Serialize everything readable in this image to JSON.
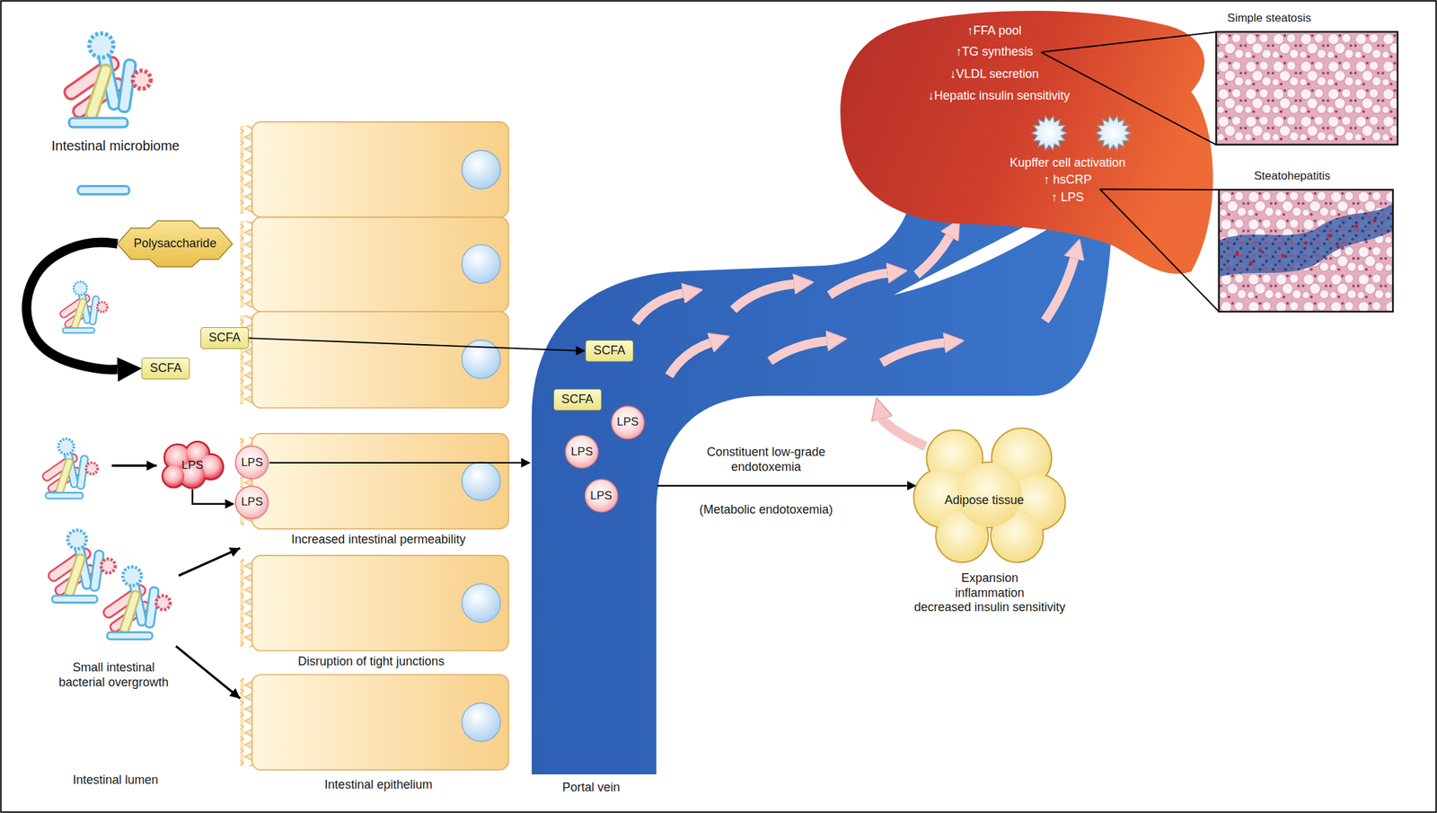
{
  "diagram": {
    "nodes": [
      {
        "text": [
          "Polysaccharide"
        ]
      },
      {
        "text": [
          "SCFA"
        ]
      },
      {
        "text": [
          "SCFA"
        ]
      },
      {
        "text": [
          "LPS"
        ]
      },
      {
        "text": [
          "LPS"
        ]
      },
      {
        "text": [
          "LPS"
        ]
      },
      {
        "text": [
          "Portal vein"
        ]
      },
      {
        "text": [
          "SCFA"
        ],
        "in": 6
      },
      {
        "text": [
          "SCFA"
        ],
        "in": 6
      },
      {
        "text": [
          "LPS"
        ],
        "in": 6
      },
      {
        "text": [
          "LPS"
        ],
        "in": 6
      },
      {
        "text": [
          "LPS"
        ],
        "in": 6
      },
      {
        "text": [
          "↑FFA pool",
          "↑TG synthesis",
          "↓VLDL secretion",
          "↓Hepatic insulin sensitivity",
          "Kupffer cell activation",
          "↑ hsCRP",
          "↑ LPS"
        ]
      },
      {
        "text": [
          "Simple steatosis"
        ]
      },
      {
        "text": [
          "Steatohepatitis"
        ]
      },
      {
        "text": [
          "Adipose tissue",
          "Expansion inflammation decreased insulin sensitivity"
        ]
      }
    ],
    "edges": [
      {
        "from": 0,
        "to": 2,
        "arrow": "to"
      },
      {
        "from": 1,
        "to": 7,
        "arrow": "to"
      },
      {
        "from": 3,
        "to": 5,
        "arrow": "to"
      },
      {
        "from": 4,
        "to": 6,
        "arrow": "to"
      },
      {
        "from": 6,
        "to": 15,
        "label": "Constituent low-grade endotoxemia",
        "arrow": "to"
      },
      {
        "from": 15,
        "to": 6,
        "arrow": "to"
      },
      {
        "from": 12,
        "to": 13,
        "arrow": "none"
      },
      {
        "from": 12,
        "to": 14,
        "arrow": "none"
      }
    ],
    "labels": [
      "Intestinal microbiome",
      "Increased intestinal permeability",
      "Disruption of tight junctions",
      "Small intestinal bacterial overgrowth",
      "Intestinal lumen",
      "Intestinal epithelium",
      "(Metabolic endotoxemia)"
    ]
  }
}
